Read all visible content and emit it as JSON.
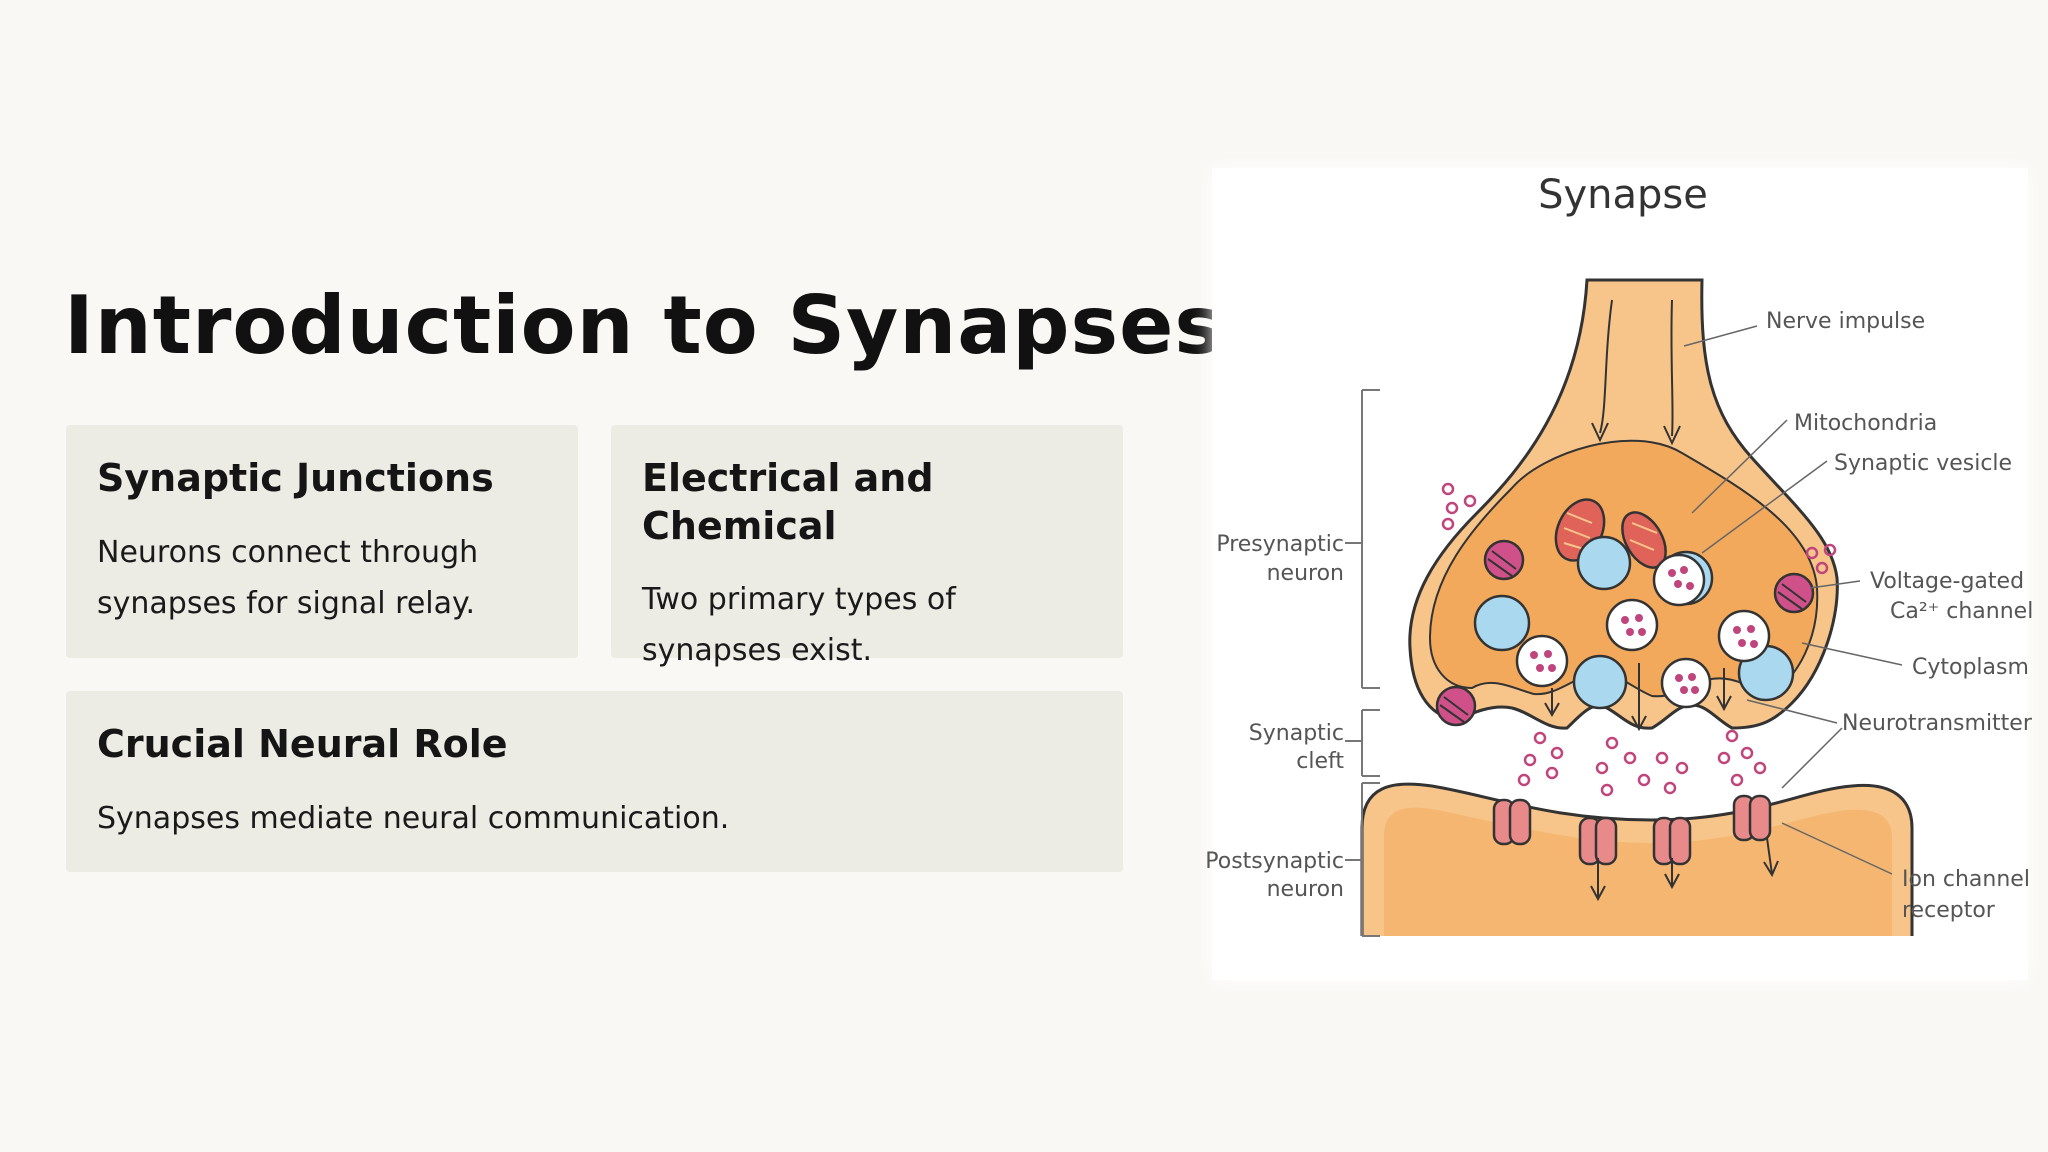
{
  "slide": {
    "title": "Introduction to Synapses",
    "cards": [
      {
        "heading": "Synaptic Junctions",
        "body": "Neurons connect through synapses for signal relay."
      },
      {
        "heading": "Electrical and Chemical",
        "body": "Two primary types of synapses exist."
      },
      {
        "heading": "Crucial Neural Role",
        "body": "Synapses mediate neural communication."
      }
    ]
  },
  "diagram": {
    "title": "Synapse",
    "labels": {
      "nerve_impulse": "Nerve impulse",
      "mitochondria": "Mitochondria",
      "synaptic_vesicle": "Synaptic vesicle",
      "presynaptic_1": "Presynaptic",
      "presynaptic_2": "neuron",
      "voltage_gated_1": "Voltage-gated",
      "voltage_gated_2": "Ca²⁺ channel",
      "cytoplasm": "Cytoplasm",
      "synaptic_cleft_1": "Synaptic",
      "synaptic_cleft_2": "cleft",
      "neurotransmitter": "Neurotransmitter",
      "postsynaptic_1": "Postsynaptic",
      "postsynaptic_2": "neuron",
      "ion_channel_1": "Ion channel",
      "ion_channel_2": "receptor"
    },
    "colors": {
      "neuron_fill": "#f7c58a",
      "neuron_inner": "#f3a95b",
      "vesicle_blue": "#a9d8ef",
      "channel_pink": "#d0508a",
      "receptor_red": "#e98a8a",
      "mitochondria_red": "#e0635a"
    }
  }
}
